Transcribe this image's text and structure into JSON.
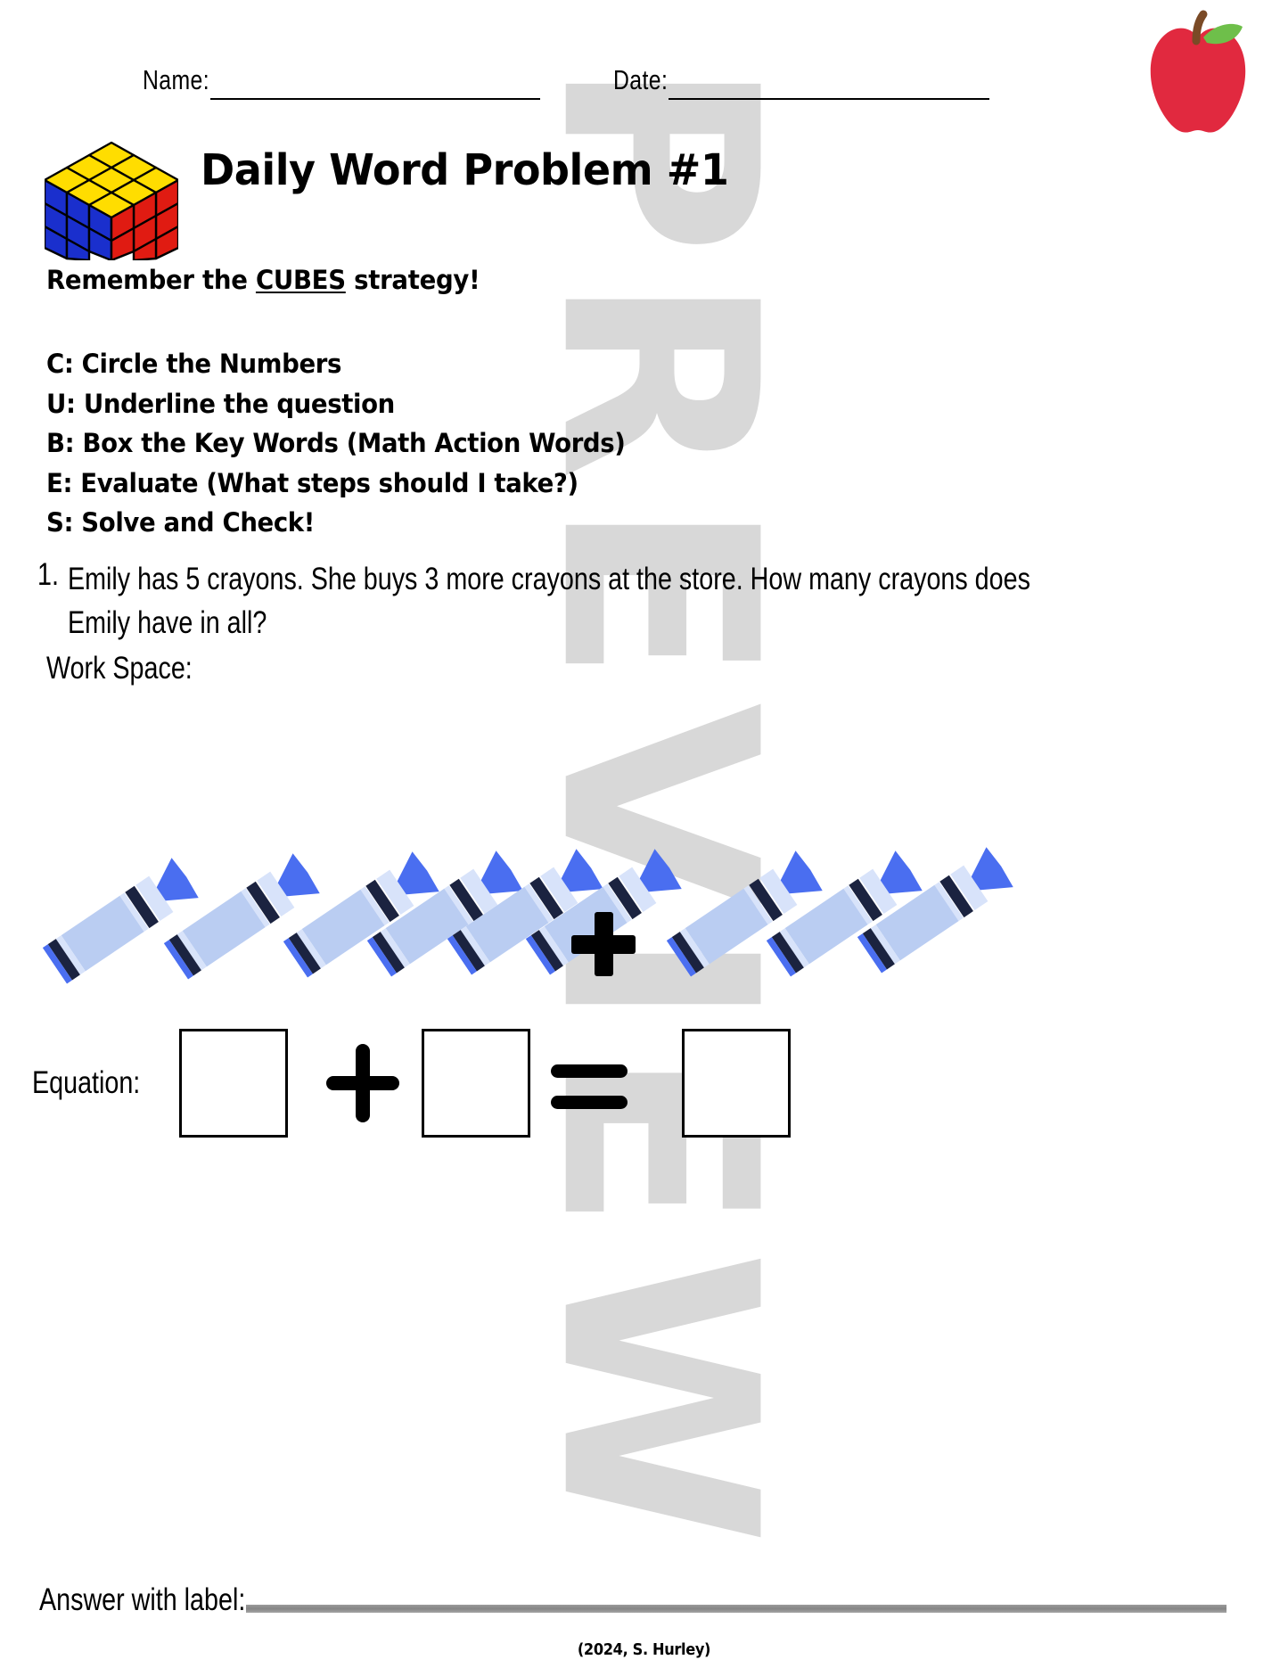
{
  "header": {
    "name_label": "Name:",
    "date_label": "Date:",
    "apple_icon": "apple-icon"
  },
  "title": {
    "text": "Daily Word Problem #1",
    "cube_icon": "rubiks-cube-icon"
  },
  "strategy": {
    "intro_prefix": "Remember the ",
    "intro_keyword": "CUBES",
    "intro_suffix": " strategy!",
    "items": [
      "C: Circle the Numbers",
      "U: Underline the question",
      "B: Box the Key Words (Math Action Words)",
      "E: Evaluate (What steps should I take?)",
      "S: Solve and Check!"
    ]
  },
  "problem": {
    "number": "1.",
    "text": "Emily has 5 crayons. She buys 3 more crayons at the store. How many crayons does Emily have in all?",
    "workspace_label": "Work Space:"
  },
  "work_area": {
    "first_group_count": 6,
    "second_group_count": 3,
    "operator": "+",
    "crayon_icon": "crayon-icon",
    "colors": {
      "crayon_body": "#bacdf2",
      "crayon_tip": "#4a6ef0",
      "crayon_band_dark": "#1b2340",
      "crayon_band_light": "#d8e3fa"
    }
  },
  "equation": {
    "label": "Equation:",
    "plus_symbol": "+",
    "equals_symbol": "=",
    "box_values": [
      "",
      "",
      ""
    ]
  },
  "answer": {
    "label": "Answer with label:",
    "value": ""
  },
  "footer": {
    "credit": "(2024, S. Hurley)"
  },
  "watermark": {
    "text": "PREVIEW",
    "color": "#d8d8d8"
  }
}
